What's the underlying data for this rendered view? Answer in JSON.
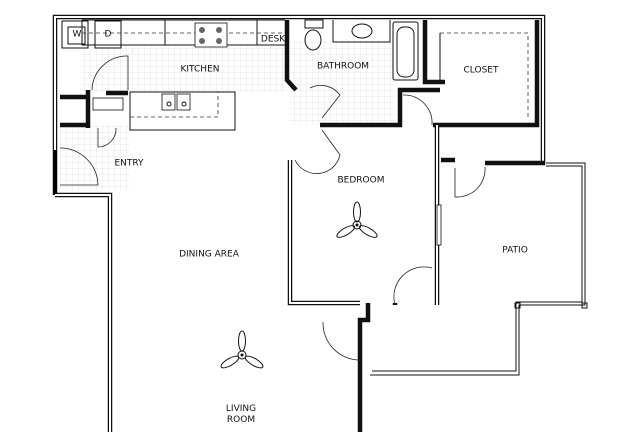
{
  "rooms": {
    "kitchen": "KITCHEN",
    "desk": "DESK",
    "bathroom": "BATHROOM",
    "closet": "CLOSET",
    "entry": "ENTRY",
    "bedroom": "BEDROOM",
    "dining": "DINING AREA",
    "patio": "PATIO",
    "living_line1": "LIVING",
    "living_line2": "ROOM"
  },
  "appliances": {
    "washer": "W",
    "dryer": "D"
  }
}
